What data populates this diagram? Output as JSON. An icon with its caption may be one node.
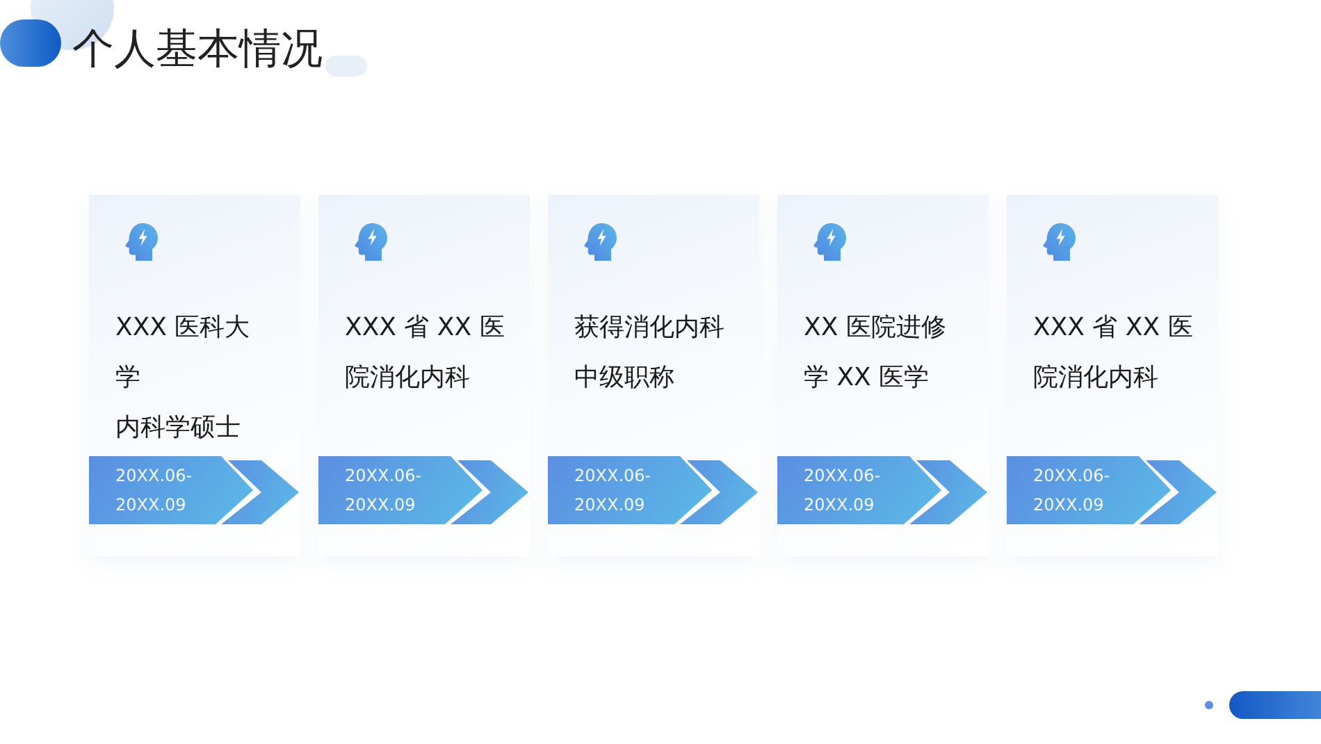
{
  "diagram": {
    "title": "个人基本情况",
    "nodes": [
      {
        "text": [
          "XXX 医科大学",
          "内科学硕士"
        ]
      },
      {
        "text": [
          "20XX.06- 20XX.09"
        ],
        "in": 0
      },
      {
        "text": [
          "XXX 省 XX 医院消化内科"
        ]
      },
      {
        "text": [
          "20XX.06- 20XX.09"
        ],
        "in": 2
      },
      {
        "text": [
          "获得消化内科中级职称"
        ]
      },
      {
        "text": [
          "20XX.06- 20XX.09"
        ],
        "in": 4
      },
      {
        "text": [
          "XX 医院进修学 XX 医学"
        ]
      },
      {
        "text": [
          "20XX.06- 20XX.09"
        ],
        "in": 6
      },
      {
        "text": [
          "XXX 省 XX 医院消化内科"
        ]
      },
      {
        "text": [
          "20XX.06- 20XX.09"
        ],
        "in": 8
      }
    ]
  }
}
